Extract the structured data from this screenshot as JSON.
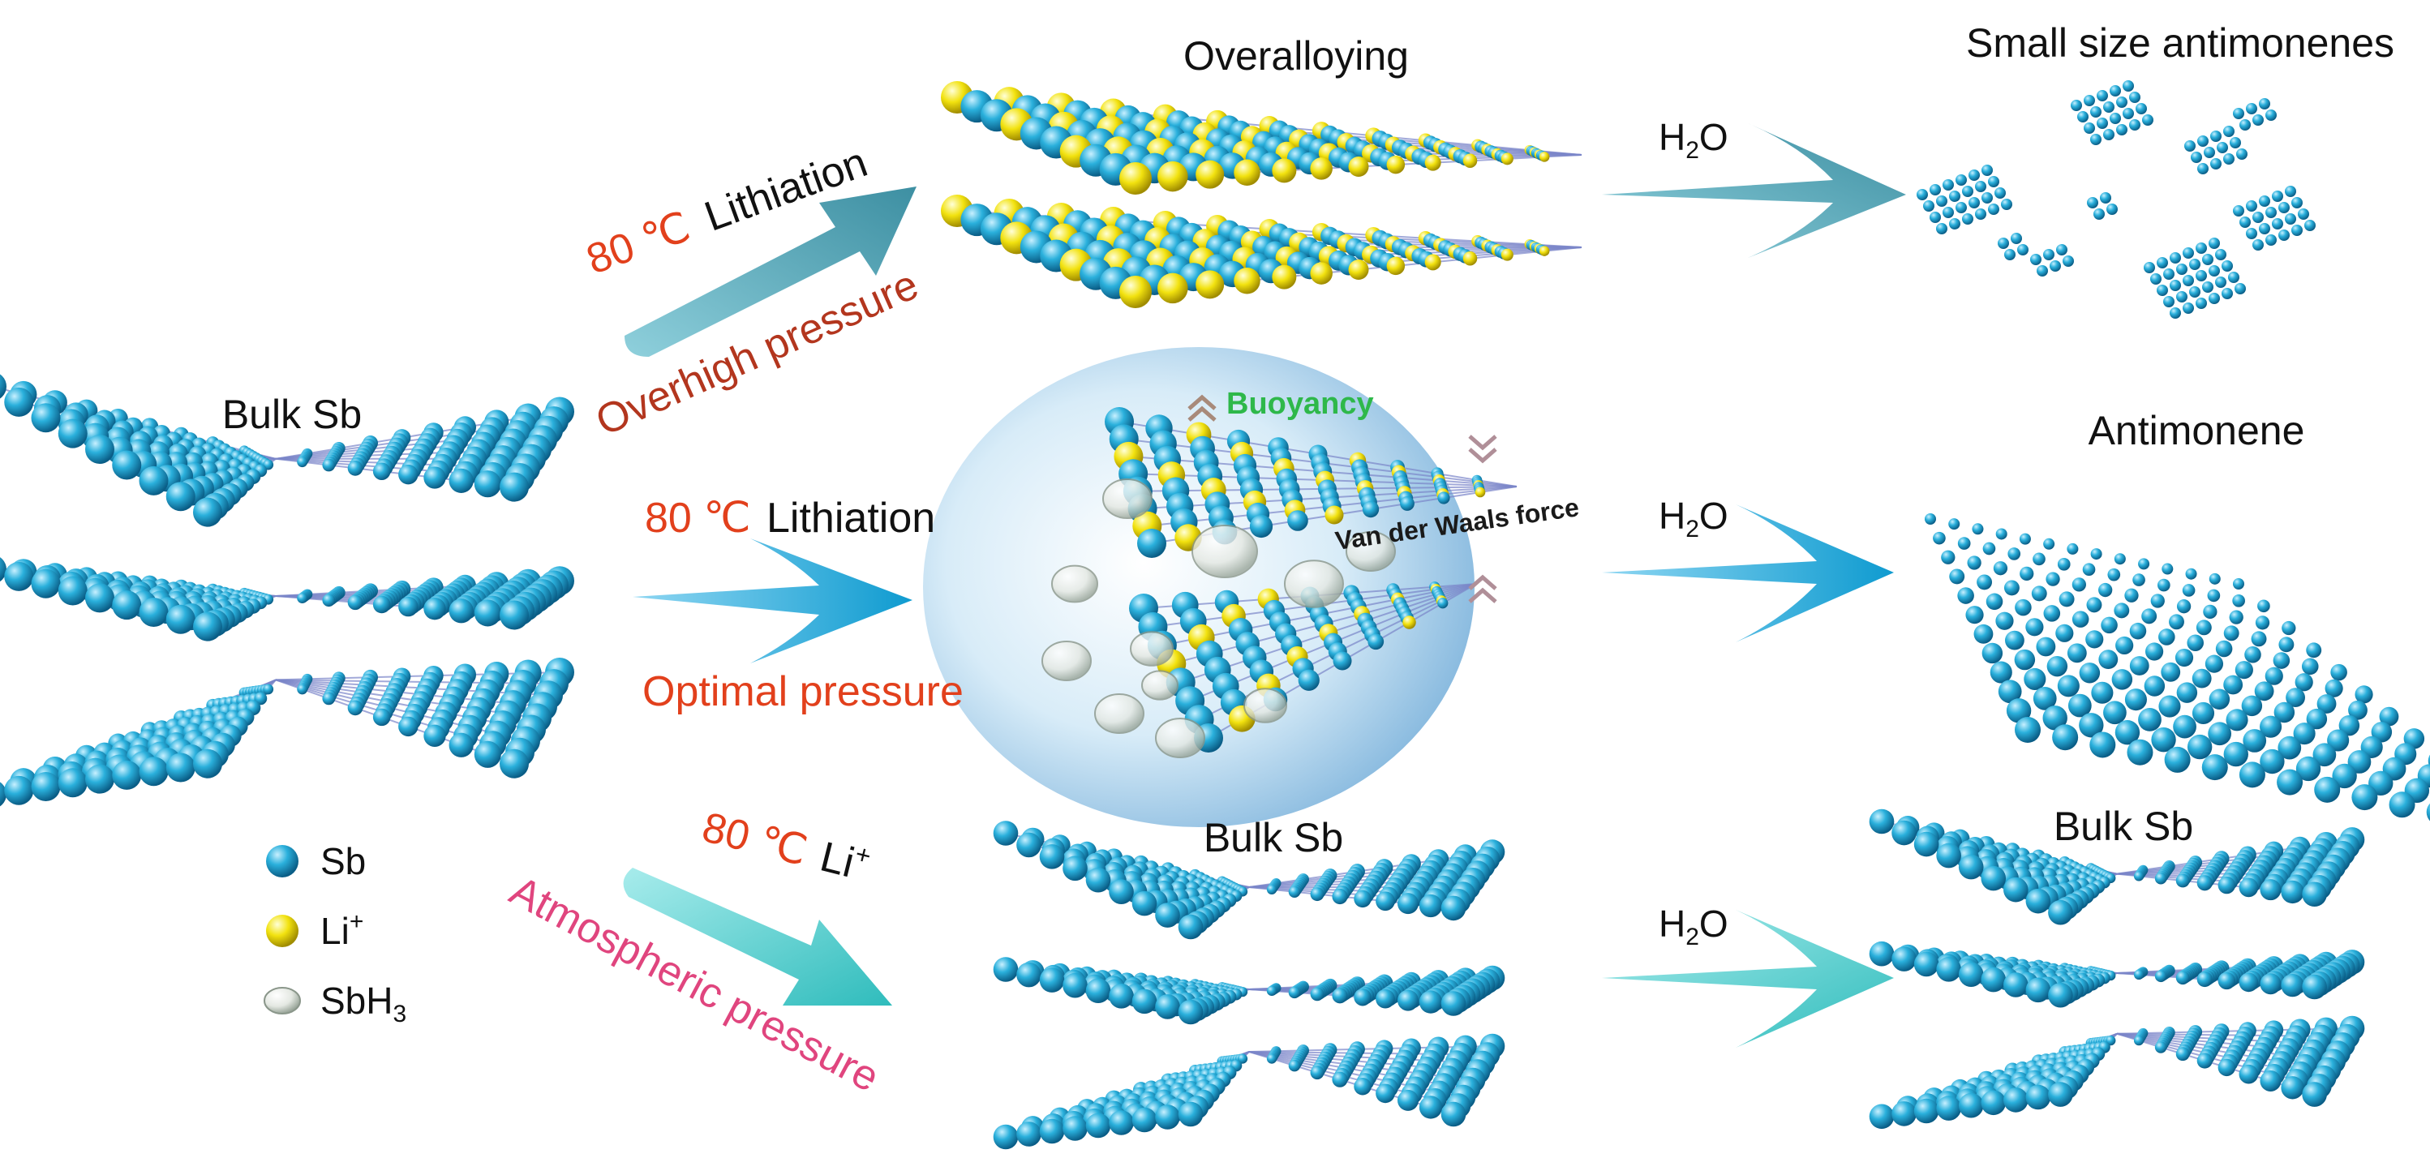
{
  "labels": {
    "overalloying": "Overalloying",
    "small_size": "Small size antimonenes",
    "antimonene": "Antimonene",
    "bulk_sb_left": "Bulk Sb",
    "bulk_sb_mid": "Bulk Sb",
    "bulk_sb_right": "Bulk Sb",
    "buoyancy": "Buoyancy",
    "vdw": "Van der Waals force"
  },
  "paths": {
    "top": {
      "temp": "80 ℃",
      "process": "Lithiation",
      "pressure": "Overhigh pressure",
      "reagent": "H",
      "reagent_sub": "2",
      "reagent_tail": "O"
    },
    "middle": {
      "temp": "80 ℃",
      "process": "Lithiation",
      "pressure": "Optimal pressure",
      "reagent": "H",
      "reagent_sub": "2",
      "reagent_tail": "O"
    },
    "bottom": {
      "temp": "80 ℃",
      "process": "Li",
      "process_sup": "+",
      "pressure": "Atmospheric pressure",
      "reagent": "H",
      "reagent_sub": "2",
      "reagent_tail": "O"
    }
  },
  "legend": [
    {
      "label": "Sb",
      "sub": "",
      "sup": "",
      "color": "#2ab0dc"
    },
    {
      "label": "Li",
      "sub": "",
      "sup": "+",
      "color": "#f2e20f"
    },
    {
      "label": "SbH",
      "sub": "3",
      "sup": "",
      "color": "#e4e8e2"
    }
  ],
  "colors": {
    "sb_atom": "#2ab0dc",
    "li_atom": "#f2e20f",
    "temp_text": "#e2401c",
    "overhigh_text": "#b3361e",
    "optimal_text": "#e2401c",
    "atmospheric_text": "#e0457e",
    "buoyancy_text": "#2eb84a",
    "arrow_top": "#4a9fb0",
    "arrow_mid": "#1aa7d6",
    "arrow_bottom": "#3cc6c6"
  }
}
